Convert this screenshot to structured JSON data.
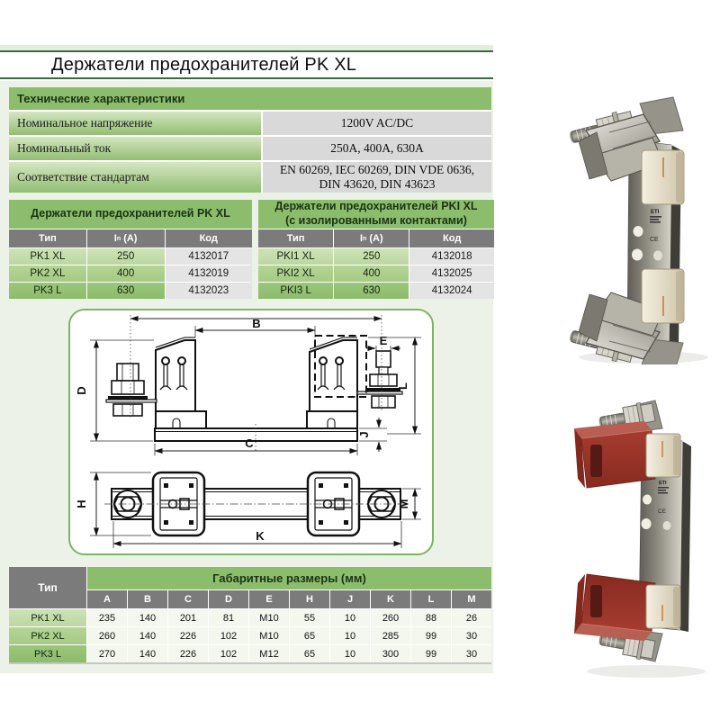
{
  "header": {
    "title": "Держатели предохранителей PK XL"
  },
  "spec": {
    "title": "Технические характеристики",
    "rows": [
      {
        "label": "Номинальное напряжение",
        "value": "1200V AC/DC"
      },
      {
        "label": "Номинальный ток",
        "value": "250A, 400A, 630A"
      },
      {
        "label": "Соответствие стандартам",
        "value": "EN 60269, IEC 60269, DIN VDE 0636, DIN 43620, DIN 43623"
      }
    ]
  },
  "holders_table": {
    "title": "Держатели предохранителей PK XL",
    "col_type": "Тип",
    "col_current_prefix": "I",
    "col_current_sub": "n",
    "col_current_suffix": "(A)",
    "col_code": "Код",
    "rows": [
      {
        "type": "PK1 XL",
        "current": "250",
        "code": "4132017"
      },
      {
        "type": "PK2 XL",
        "current": "400",
        "code": "4132019"
      },
      {
        "type": "PK3 L",
        "current": "630",
        "code": "4132023"
      }
    ]
  },
  "holders_insulated_table": {
    "title_line1": "Держатели предохранителей PKI XL",
    "title_line2": "(с изолированными контактами)",
    "col_type": "Тип",
    "col_current_prefix": "I",
    "col_current_sub": "n",
    "col_current_suffix": "(A)",
    "col_code": "Код",
    "rows": [
      {
        "type": "PKI1 XL",
        "current": "250",
        "code": "4132018"
      },
      {
        "type": "PKI2 XL",
        "current": "400",
        "code": "4132025"
      },
      {
        "type": "PKI3 L",
        "current": "630",
        "code": "4132024"
      }
    ]
  },
  "drawing": {
    "labels": {
      "b": "B",
      "e": "E",
      "d": "D",
      "l": "L",
      "c": "C",
      "j": "J",
      "h": "H",
      "m": "M",
      "k": "K"
    }
  },
  "dimensions_table": {
    "title": "Габаритные размеры (мм)",
    "col_type": "Тип",
    "columns": [
      "A",
      "B",
      "C",
      "D",
      "E",
      "H",
      "J",
      "K",
      "L",
      "M"
    ],
    "rows": [
      {
        "type": "PK1 XL",
        "values": [
          "235",
          "140",
          "201",
          "81",
          "M10",
          "55",
          "10",
          "260",
          "88",
          "26"
        ]
      },
      {
        "type": "PK2 XL",
        "values": [
          "260",
          "140",
          "226",
          "102",
          "M10",
          "65",
          "10",
          "285",
          "99",
          "30"
        ]
      },
      {
        "type": "PK3 L",
        "values": [
          "270",
          "140",
          "226",
          "102",
          "M12",
          "65",
          "10",
          "300",
          "99",
          "30"
        ]
      }
    ]
  },
  "photos": {
    "brand": "ETI",
    "ce_mark": "CE"
  },
  "colors": {
    "accent_green": "#8cbd6d",
    "header_gray": "#7b7b7b",
    "rule_green": "#356b3d",
    "red_cover": "#a03a30"
  }
}
